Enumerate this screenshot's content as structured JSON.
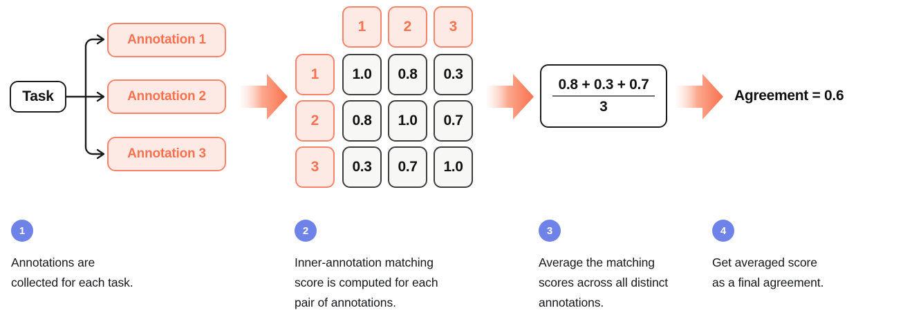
{
  "source": {
    "task_label": "Task",
    "annotations": [
      {
        "label": "Annotation 1"
      },
      {
        "label": "Annotation 2"
      },
      {
        "label": "Annotation 3"
      }
    ]
  },
  "matrix": {
    "col_headers": [
      "1",
      "2",
      "3"
    ],
    "row_headers": [
      "1",
      "2",
      "3"
    ],
    "rows": [
      [
        "1.0",
        "0.8",
        "0.3"
      ],
      [
        "0.8",
        "1.0",
        "0.7"
      ],
      [
        "0.3",
        "0.7",
        "1.0"
      ]
    ]
  },
  "formula": {
    "numerator": "0.8 + 0.3 + 0.7",
    "denominator": "3"
  },
  "result": {
    "text": "Agreement = 0.6"
  },
  "steps": [
    {
      "number": "1",
      "text": "Annotations are\ncollected for each task."
    },
    {
      "number": "2",
      "text": "Inner-annotation matching\nscore is computed for each\npair of annotations."
    },
    {
      "number": "3",
      "text": "Average the matching\nscores across all distinct\nannotations."
    },
    {
      "number": "4",
      "text": "Get averaged score\nas a final agreement."
    }
  ],
  "colors": {
    "coral": "#F9714E",
    "coral_border": "#FA8268",
    "coral_fill": "#FDEAE4",
    "badge_blue": "#6E82E8",
    "ink": "#101010",
    "cell_fill": "#F7F7F5",
    "cell_border": "#3C3C3C"
  }
}
